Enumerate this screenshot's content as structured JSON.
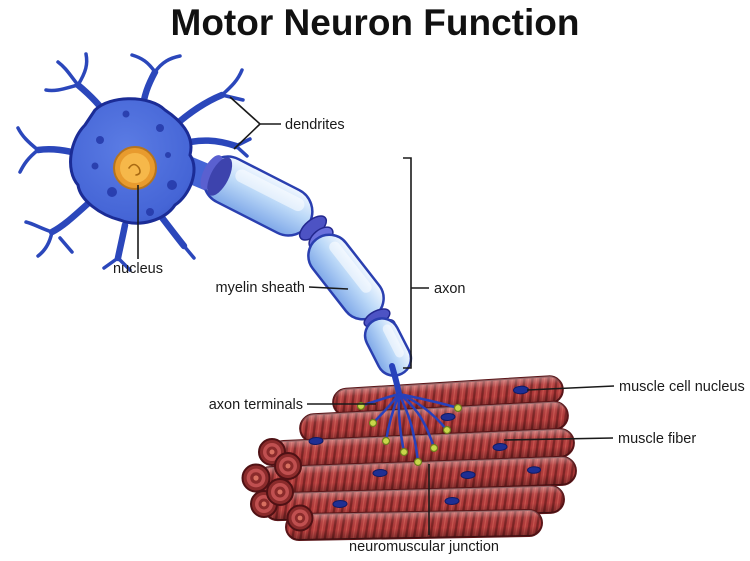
{
  "title": "Motor Neuron Function",
  "labels": {
    "dendrites": "dendrites",
    "nucleus": "nucleus",
    "myelin_sheath": "myelin sheath",
    "axon": "axon",
    "axon_terminals": "axon terminals",
    "muscle_cell_nucleus": "muscle cell nucleus",
    "muscle_fiber": "muscle fiber",
    "neuromuscular_junction": "neuromuscular junction"
  },
  "colors": {
    "background": "#ffffff",
    "title_text": "#111111",
    "label_text": "#1a1a1a",
    "neuron_blue": "#4565d6",
    "neuron_outline": "#1b2c96",
    "nucleus_orange": "#f2a43c",
    "myelin_light_blue": "#bcd9f8",
    "myelin_ring_purple": "#4d53c4",
    "muscle_red": "#b23b3b",
    "muscle_stripe_dark": "#7c2424",
    "muscle_outline": "#5a1518",
    "muscle_nucleus_blue": "#1e2f93",
    "synapse_dot_yellow": "#c8d84a"
  }
}
